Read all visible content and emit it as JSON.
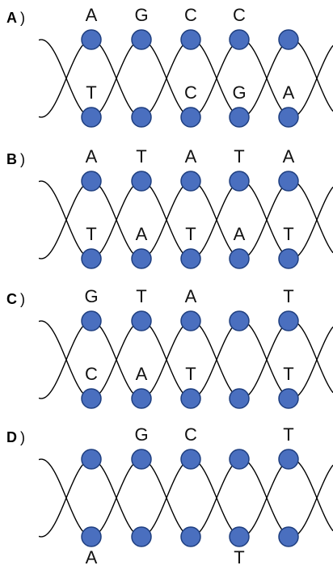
{
  "colors": {
    "bead": "#4a6fbf",
    "bead_stroke": "#1f3f80",
    "strand": "#000000"
  },
  "options": [
    {
      "letter": "A",
      "paren": ")",
      "top": [
        "A",
        "G",
        "C",
        "C",
        ""
      ],
      "bottom": [
        "T",
        "",
        "C",
        "G",
        "A"
      ],
      "bottom_outside": [
        "",
        "",
        "",
        "",
        ""
      ]
    },
    {
      "letter": "B",
      "paren": ")",
      "top": [
        "A",
        "T",
        "A",
        "T",
        "A"
      ],
      "bottom": [
        "T",
        "A",
        "T",
        "A",
        "T"
      ],
      "bottom_outside": [
        "",
        "",
        "",
        "",
        ""
      ]
    },
    {
      "letter": "C",
      "paren": ")",
      "top": [
        "G",
        "T",
        "A",
        "",
        "T"
      ],
      "bottom": [
        "C",
        "A",
        "T",
        "",
        "T"
      ],
      "bottom_outside": [
        "",
        "",
        "",
        "",
        ""
      ]
    },
    {
      "letter": "D",
      "paren": ")",
      "top": [
        "",
        "G",
        "C",
        "",
        "T"
      ],
      "bottom": [
        "",
        "",
        "",
        "",
        ""
      ],
      "bottom_outside": [
        "A",
        "",
        "",
        "T",
        ""
      ]
    }
  ]
}
